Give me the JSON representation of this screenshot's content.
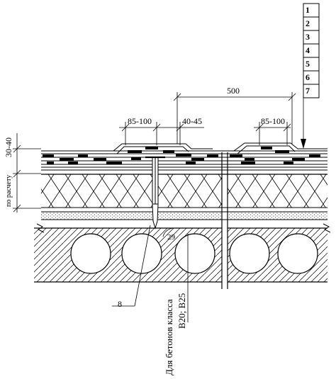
{
  "legend_numbers": [
    "1",
    "2",
    "3",
    "4",
    "5",
    "6",
    "7"
  ],
  "callout_8": "8",
  "dimensions": {
    "dim_500": "500",
    "dim_85_100_left": "85-100",
    "dim_40_45": "40-45",
    "dim_85_100_right": "85-100",
    "dim_30_40": "30-40",
    "dim_po_raschetu": "по расчету",
    "angle_29": "29"
  },
  "note": {
    "line1": "Для бетонов класса",
    "line2": "В20; В25"
  },
  "colors": {
    "ink": "#000000",
    "paper": "#ffffff"
  }
}
